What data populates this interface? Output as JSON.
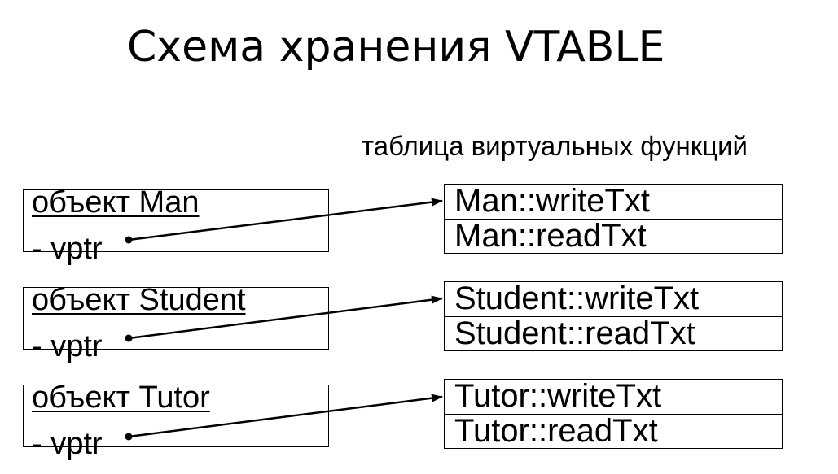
{
  "title": "Схема хранения VTABLE",
  "vtable_caption": "таблица виртуальных функций",
  "objects": [
    {
      "name": "объект Man",
      "field": "- vptr"
    },
    {
      "name": "объект Student",
      "field": "- vptr"
    },
    {
      "name": "объект Tutor",
      "field": "- vptr"
    }
  ],
  "vtables": [
    {
      "write": "Man::writeTxt",
      "read": "Man::readTxt"
    },
    {
      "write": "Student::writeTxt",
      "read": "Student::readTxt"
    },
    {
      "write": "Tutor::writeTxt",
      "read": "Tutor::readTxt"
    }
  ],
  "colors": {
    "line": "#000000",
    "background": "#ffffff"
  }
}
